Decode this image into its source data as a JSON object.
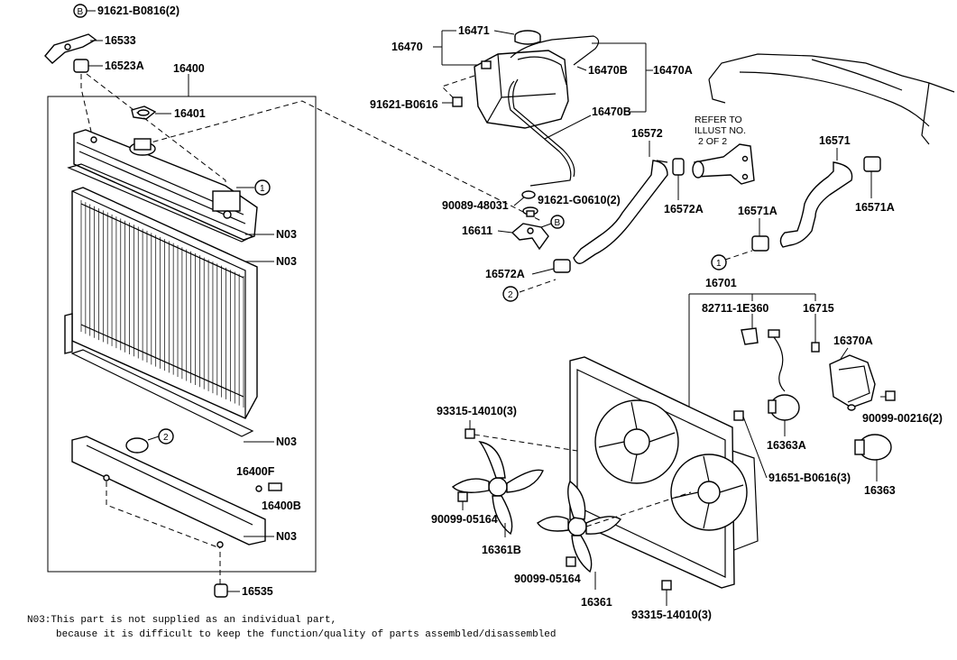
{
  "labels": {
    "p91621_b0816": "91621-B0816(2)",
    "p16533": "16533",
    "p16523a": "16523A",
    "p16400": "16400",
    "p16401": "16401",
    "n03": "N03",
    "p16400f": "16400F",
    "p16400b": "16400B",
    "p16535": "16535",
    "p16470": "16470",
    "p16471": "16471",
    "p16470b_top": "16470B",
    "p16470a": "16470A",
    "p16470b": "16470B",
    "p91621_b0616": "91621-B0616",
    "p16572": "16572",
    "p16572a": "16572A",
    "p16571": "16571",
    "p16571a": "16571A",
    "refer": [
      "REFER TO",
      "ILLUST NO.",
      "2 OF 2"
    ],
    "p90089_48031": "90089-48031",
    "p91621_g0610": "91621-G0610(2)",
    "p16611": "16611",
    "p16701": "16701",
    "p82711_1e360": "82711-1E360",
    "p16715": "16715",
    "p16370a": "16370A",
    "p93315_14010": "93315-14010(3)",
    "p90099_00216": "90099-00216(2)",
    "p16363a": "16363A",
    "p91651_b0616": "91651-B0616(3)",
    "p16363": "16363",
    "p90099_05164": "90099-05164",
    "p16361b": "16361B",
    "p16361": "16361",
    "callout_b": "B",
    "callout_1": "1",
    "callout_2": "2"
  },
  "note": {
    "line1": "N03:This part is not supplied as an individual part,",
    "line2": "because it is difficult to keep the function/quality of parts assembled/disassembled"
  }
}
